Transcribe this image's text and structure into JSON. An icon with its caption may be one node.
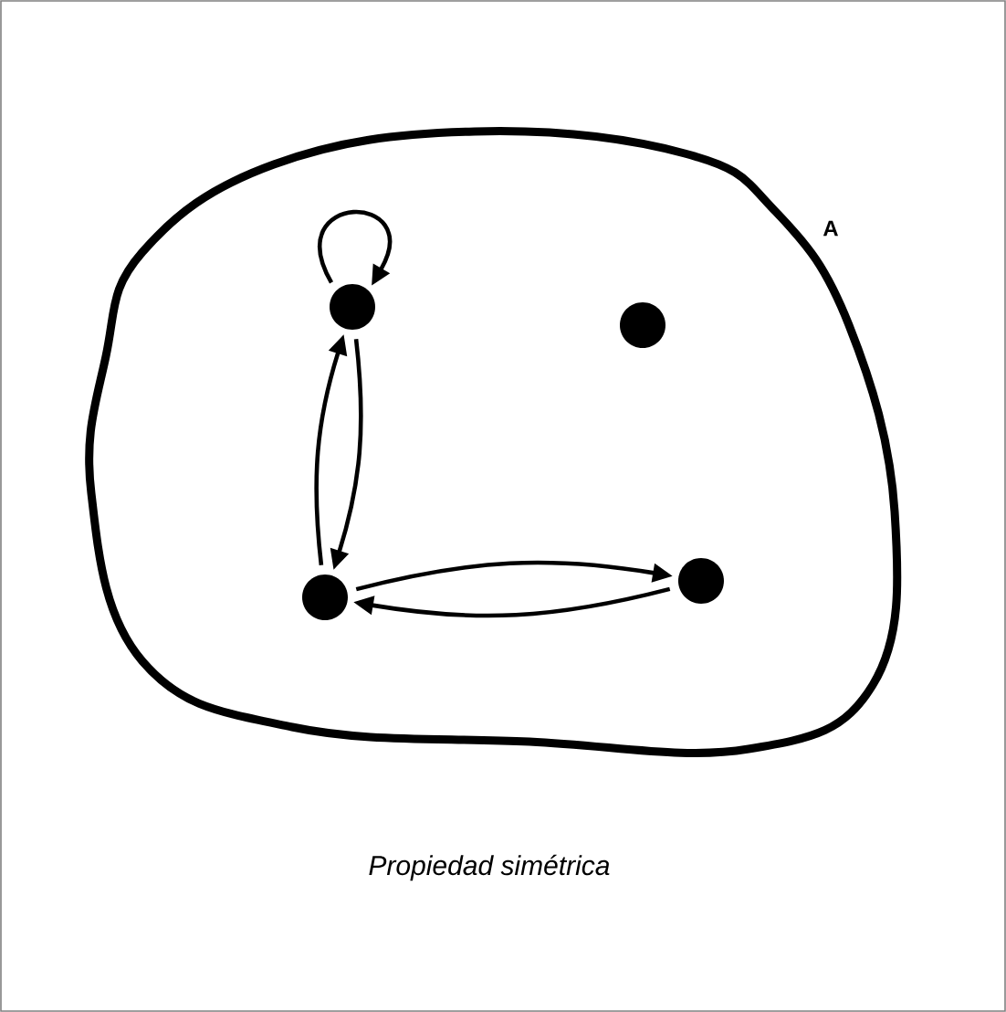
{
  "diagram": {
    "caption": "Propiedad simétrica",
    "nodes": [
      {
        "text": [
          "A"
        ]
      },
      {
        "text": [],
        "shape": "circle",
        "in": 0
      },
      {
        "text": [],
        "shape": "circle",
        "in": 0
      },
      {
        "text": [],
        "shape": "circle",
        "in": 0
      },
      {
        "text": [],
        "shape": "circle",
        "in": 0
      }
    ],
    "edges": [
      {
        "from": 1,
        "to": 1,
        "arrow": "to"
      },
      {
        "from": 1,
        "to": 3,
        "arrow": "to"
      },
      {
        "from": 3,
        "to": 1,
        "arrow": "to"
      },
      {
        "from": 3,
        "to": 4,
        "arrow": "to"
      },
      {
        "from": 4,
        "to": 3,
        "arrow": "to"
      }
    ]
  }
}
